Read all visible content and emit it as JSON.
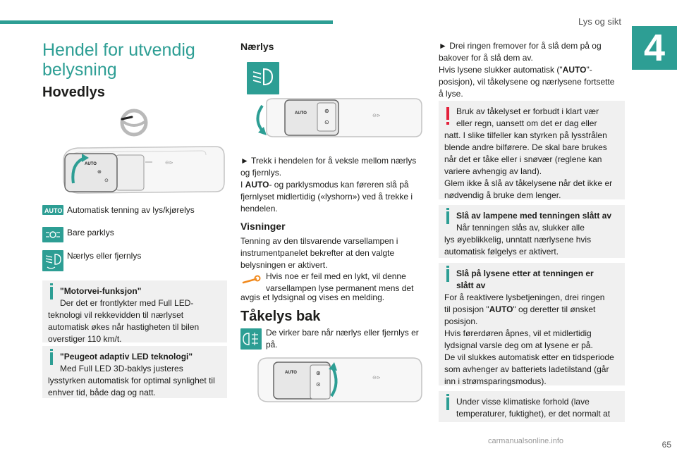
{
  "header": {
    "section_title": "Lys og sikt",
    "chapter_number": "4",
    "page_number": "65"
  },
  "col1": {
    "title": "Hendel for utvendig belysning",
    "title_line1": "Hendel for utvendig",
    "title_line2": "belysning",
    "subtitle": "Hovedlys",
    "auto_icon_text": "AUTO",
    "legend": [
      {
        "icon": "auto-icon",
        "text": "Automatisk tenning av lys/kjørelys"
      },
      {
        "icon": "parking-lights-icon",
        "text": "Bare parklys"
      },
      {
        "icon": "dipped-main-beam-icon",
        "text": "Nærlys eller fjernlys"
      }
    ],
    "notes": [
      {
        "title": "\"Motorvei-funksjon\"",
        "line1": "Der det er frontlykter med Full LED-",
        "line2": "teknologi vil rekkevidden til nærlyset",
        "line3": "automatisk økes når hastigheten til bilen",
        "line4": "overstiger 110 km/t."
      },
      {
        "title": "\"Peugeot adaptiv LED teknologi\"",
        "line1": "Med Full LED 3D-baklys justeres",
        "line2": "lysstyrken automatisk for optimal synlighet til",
        "line3": "enhver tid, både dag og natt."
      }
    ]
  },
  "col2": {
    "subtitle_low": "Nærlys",
    "instruction_line1": "► Trekk i hendelen for å veksle mellom nærlys",
    "instruction_line2": "og fjernlys.",
    "instruction_line3_a": "I ",
    "instruction_line3_b": "AUTO",
    "instruction_line3_c": "- og parklysmodus kan føreren slå på",
    "instruction_line4": "fjernlyset midlertidig («lyshorn») ved å trekke i",
    "instruction_line5": "hendelen.",
    "visninger_title": "Visninger",
    "visninger_line1": "Tenning av den tilsvarende varsellampen i",
    "visninger_line2": "instrumentpanelet bekrefter at den valgte",
    "visninger_line3": "belysningen er aktivert.",
    "wrench_line1": "Hvis noe er feil med en lykt, vil denne",
    "wrench_line2": "varsellampen lyse permanent mens det",
    "wrench_line3": "avgis et lydsignal og vises en melding.",
    "fog_title": "Tåkelys bak",
    "fog_line1": "De virker bare når nærlys eller fjernlys er",
    "fog_line2": "på."
  },
  "col3": {
    "intro_line1": "► Drei ringen fremover for å slå dem på og",
    "intro_line2": "bakover for å slå dem av.",
    "intro_line3_a": "Hvis lysene slukker automatisk (\"",
    "intro_line3_b": "AUTO",
    "intro_line3_c": "\"-",
    "intro_line4": "posisjon), vil tåkelysene og nærlysene fortsette",
    "intro_line5": "å lyse.",
    "warning": {
      "lines": [
        "Bruk av tåkelyset er forbudt i klart vær",
        "eller regn, uansett om det er dag eller",
        "natt. I slike tilfeller kan styrken på lysstrålen",
        "blende andre bilførere. De skal bare brukes",
        "når det er tåke eller i snøvær (reglene kan",
        "variere avhengig av land).",
        "Glem ikke å slå av tåkelysene når det ikke er",
        "nødvendig å bruke dem lenger."
      ]
    },
    "note_off": {
      "title": "Slå av lampene med tenningen slått av",
      "lines": [
        "Når tenningen slås av, slukker alle",
        "lys øyeblikkelig, unntatt nærlysene hvis",
        "automatisk følgelys er aktivert."
      ]
    },
    "note_on": {
      "title_line1": "Slå på lysene etter at tenningen er",
      "title_line2": "slått av",
      "line1": "For å reaktivere lysbetjeningen, drei ringen",
      "line2_a": "til posisjon \"",
      "line2_b": "AUTO",
      "line2_c": "\" og deretter til ønsket",
      "line3": "posisjon.",
      "line4": "Hvis førerdøren åpnes, vil et midlertidig",
      "line5": "lydsignal varsle deg om at lysene er på.",
      "line6": "De vil slukkes automatisk etter en tidsperiode",
      "line7": "som avhenger av batteriets ladetilstand (går",
      "line8": "inn i strømsparingsmodus)."
    },
    "note_climate": {
      "line1": "Under visse klimatiske forhold (lave",
      "line2": "temperaturer, fuktighet), er det normalt at"
    }
  },
  "lever_labels": {
    "auto": "AUTO"
  },
  "watermark": "carmanualsonline.info",
  "colors": {
    "accent": "#2d9e94",
    "warning": "#e3203a",
    "note_bg": "#f0f0f0"
  }
}
